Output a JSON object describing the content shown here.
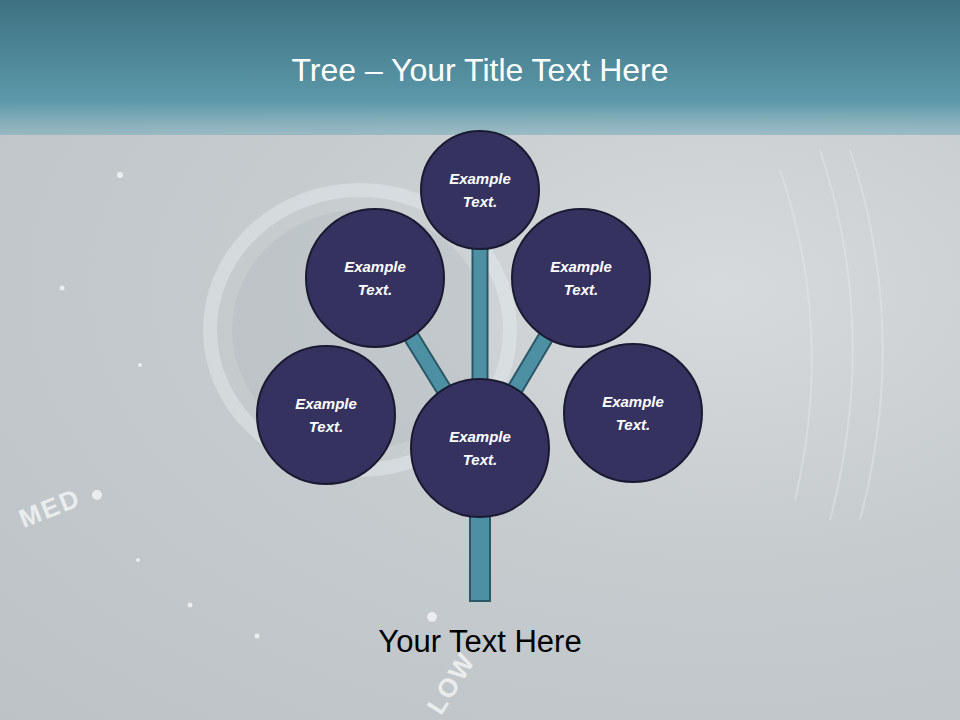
{
  "diagram": {
    "title": "Tree – Your Title Text Here",
    "caption": "Your Text Here",
    "nodes": [
      {
        "text": [
          "Example Text."
        ]
      },
      {
        "text": [
          "Example Text."
        ]
      },
      {
        "text": [
          "Example Text."
        ]
      },
      {
        "text": [
          "Example Text."
        ]
      },
      {
        "text": [
          "Example Text."
        ]
      },
      {
        "text": [
          "Example Text."
        ]
      }
    ],
    "edges": [
      {
        "from": 4,
        "to": 0,
        "arrow": "none"
      },
      {
        "from": 4,
        "to": 1,
        "arrow": "none"
      },
      {
        "from": 4,
        "to": 2,
        "arrow": "none"
      }
    ],
    "labels": [
      "MED",
      "LOW"
    ]
  }
}
